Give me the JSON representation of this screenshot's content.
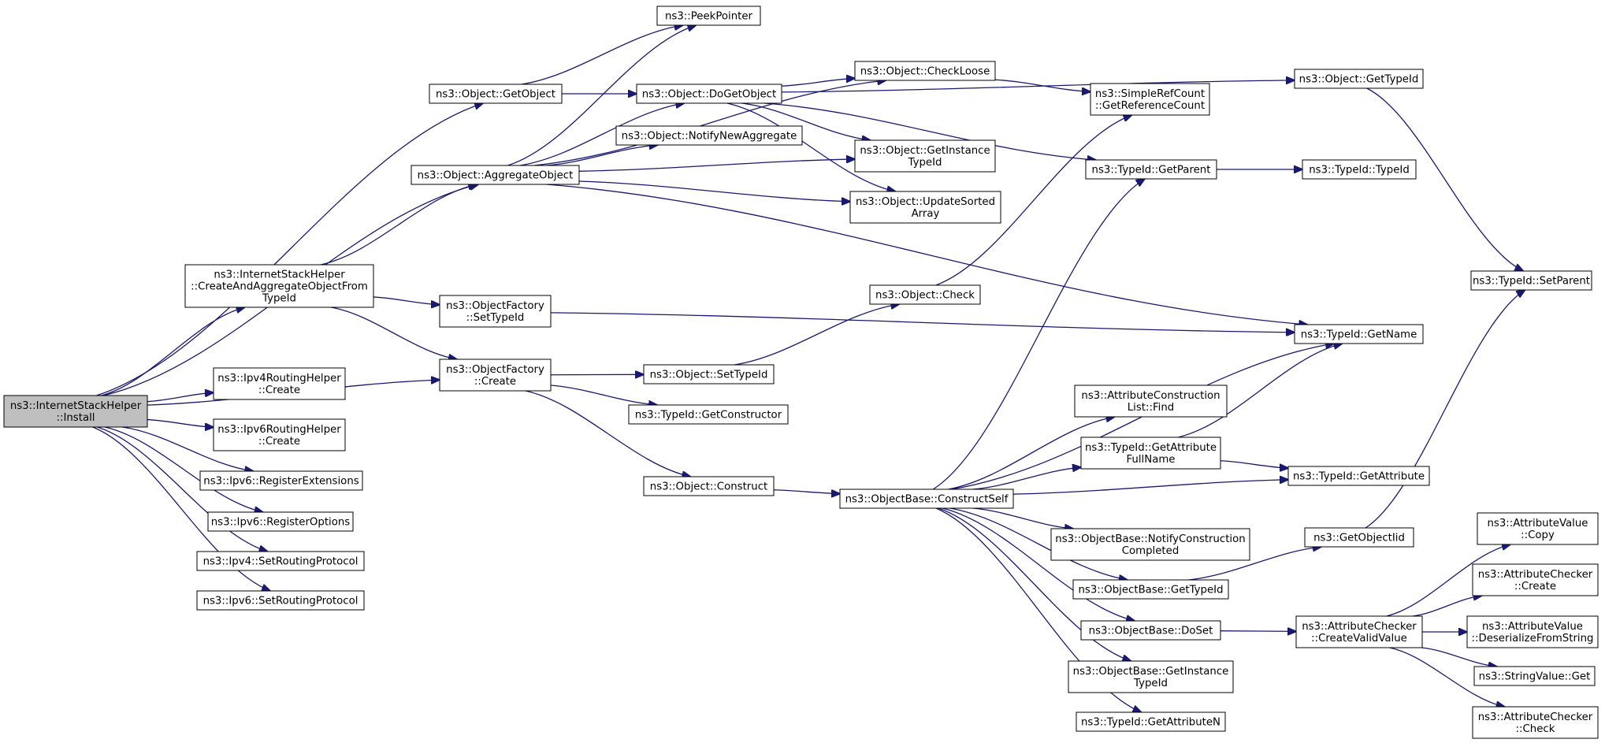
{
  "diagram": {
    "nodes": [
      {
        "id": "install",
        "lines": [
          "ns3::InternetStackHelper",
          "::Install"
        ],
        "root": true
      },
      {
        "id": "getobject",
        "lines": [
          "ns3::Object::GetObject"
        ]
      },
      {
        "id": "aggregateobject",
        "lines": [
          "ns3::Object::AggregateObject"
        ]
      },
      {
        "id": "createaggregate",
        "lines": [
          "ns3::InternetStackHelper",
          "::CreateAndAggregateObjectFrom",
          "TypeId"
        ]
      },
      {
        "id": "ipv4routinghelper",
        "lines": [
          "ns3::Ipv4RoutingHelper",
          "::Create"
        ]
      },
      {
        "id": "ipv6routinghelper",
        "lines": [
          "ns3::Ipv6RoutingHelper",
          "::Create"
        ]
      },
      {
        "id": "ipv6regext",
        "lines": [
          "ns3::Ipv6::RegisterExtensions"
        ]
      },
      {
        "id": "ipv6regopt",
        "lines": [
          "ns3::Ipv6::RegisterOptions"
        ]
      },
      {
        "id": "ipv4setrouting",
        "lines": [
          "ns3::Ipv4::SetRoutingProtocol"
        ]
      },
      {
        "id": "ipv6setrouting",
        "lines": [
          "ns3::Ipv6::SetRoutingProtocol"
        ]
      },
      {
        "id": "peekpointer",
        "lines": [
          "ns3::PeekPointer"
        ]
      },
      {
        "id": "dogetobject",
        "lines": [
          "ns3::Object::DoGetObject"
        ]
      },
      {
        "id": "notifynewaggregate",
        "lines": [
          "ns3::Object::NotifyNewAggregate"
        ]
      },
      {
        "id": "objfactsettypeid",
        "lines": [
          "ns3::ObjectFactory",
          "::SetTypeId"
        ]
      },
      {
        "id": "objfactcreate",
        "lines": [
          "ns3::ObjectFactory",
          "::Create"
        ]
      },
      {
        "id": "objsettypeid",
        "lines": [
          "ns3::Object::SetTypeId"
        ]
      },
      {
        "id": "getconstructor",
        "lines": [
          "ns3::TypeId::GetConstructor"
        ]
      },
      {
        "id": "objconstruct",
        "lines": [
          "ns3::Object::Construct"
        ]
      },
      {
        "id": "checkloose",
        "lines": [
          "ns3::Object::CheckLoose"
        ]
      },
      {
        "id": "getinstancetypeid",
        "lines": [
          "ns3::Object::GetInstance",
          "TypeId"
        ]
      },
      {
        "id": "updatesortedarray",
        "lines": [
          "ns3::Object::UpdateSorted",
          "Array"
        ]
      },
      {
        "id": "objcheck",
        "lines": [
          "ns3::Object::Check"
        ]
      },
      {
        "id": "constructself",
        "lines": [
          "ns3::ObjectBase::ConstructSelf"
        ]
      },
      {
        "id": "refcount",
        "lines": [
          "ns3::SimpleRefCount",
          "::GetReferenceCount"
        ]
      },
      {
        "id": "getparent",
        "lines": [
          "ns3::TypeId::GetParent"
        ]
      },
      {
        "id": "attrconstfind",
        "lines": [
          "ns3::AttributeConstruction",
          "List::Find"
        ]
      },
      {
        "id": "getattrfullname",
        "lines": [
          "ns3::TypeId::GetAttribute",
          "FullName"
        ]
      },
      {
        "id": "notifyconstcompleted",
        "lines": [
          "ns3::ObjectBase::NotifyConstruction",
          "Completed"
        ]
      },
      {
        "id": "objbasegettypeid",
        "lines": [
          "ns3::ObjectBase::GetTypeId"
        ]
      },
      {
        "id": "objbasedoset",
        "lines": [
          "ns3::ObjectBase::DoSet"
        ]
      },
      {
        "id": "objbasegetinstance",
        "lines": [
          "ns3::ObjectBase::GetInstance",
          "TypeId"
        ]
      },
      {
        "id": "getattributen",
        "lines": [
          "ns3::TypeId::GetAttributeN"
        ]
      },
      {
        "id": "objgettypeid",
        "lines": [
          "ns3::Object::GetTypeId"
        ]
      },
      {
        "id": "typeidtypeid",
        "lines": [
          "ns3::TypeId::TypeId"
        ]
      },
      {
        "id": "getname",
        "lines": [
          "ns3::TypeId::GetName"
        ]
      },
      {
        "id": "getattribute",
        "lines": [
          "ns3::TypeId::GetAttribute"
        ]
      },
      {
        "id": "getobjectiid",
        "lines": [
          "ns3::GetObjectIid"
        ]
      },
      {
        "id": "createvalidvalue",
        "lines": [
          "ns3::AttributeChecker",
          "::CreateValidValue"
        ]
      },
      {
        "id": "setparent",
        "lines": [
          "ns3::TypeId::SetParent"
        ]
      },
      {
        "id": "attrvaluecopy",
        "lines": [
          "ns3::AttributeValue",
          "::Copy"
        ]
      },
      {
        "id": "attrcheckercreate",
        "lines": [
          "ns3::AttributeChecker",
          "::Create"
        ]
      },
      {
        "id": "deserialize",
        "lines": [
          "ns3::AttributeValue",
          "::DeserializeFromString"
        ]
      },
      {
        "id": "stringvalueget",
        "lines": [
          "ns3::StringValue::Get"
        ]
      },
      {
        "id": "attrcheckercheck",
        "lines": [
          "ns3::AttributeChecker",
          "::Check"
        ]
      }
    ],
    "edges": [
      [
        "install",
        "getobject"
      ],
      [
        "install",
        "aggregateobject"
      ],
      [
        "install",
        "createaggregate"
      ],
      [
        "install",
        "objfactcreate"
      ],
      [
        "install",
        "ipv4routinghelper"
      ],
      [
        "install",
        "ipv6routinghelper"
      ],
      [
        "install",
        "ipv6regext"
      ],
      [
        "install",
        "ipv6regopt"
      ],
      [
        "install",
        "ipv4setrouting"
      ],
      [
        "install",
        "ipv6setrouting"
      ],
      [
        "getobject",
        "peekpointer"
      ],
      [
        "getobject",
        "dogetobject"
      ],
      [
        "aggregateobject",
        "peekpointer"
      ],
      [
        "aggregateobject",
        "checkloose"
      ],
      [
        "aggregateobject",
        "dogetobject"
      ],
      [
        "aggregateobject",
        "notifynewaggregate"
      ],
      [
        "aggregateobject",
        "getinstancetypeid"
      ],
      [
        "aggregateobject",
        "updatesortedarray"
      ],
      [
        "aggregateobject",
        "getname"
      ],
      [
        "createaggregate",
        "aggregateobject"
      ],
      [
        "createaggregate",
        "objfactsettypeid"
      ],
      [
        "createaggregate",
        "objfactcreate"
      ],
      [
        "dogetobject",
        "checkloose"
      ],
      [
        "dogetobject",
        "getinstancetypeid"
      ],
      [
        "dogetobject",
        "updatesortedarray"
      ],
      [
        "dogetobject",
        "objgettypeid"
      ],
      [
        "dogetobject",
        "getparent"
      ],
      [
        "objfactsettypeid",
        "getname"
      ],
      [
        "objfactcreate",
        "objsettypeid"
      ],
      [
        "objfactcreate",
        "getconstructor"
      ],
      [
        "objfactcreate",
        "objconstruct"
      ],
      [
        "objsettypeid",
        "objcheck"
      ],
      [
        "objconstruct",
        "constructself"
      ],
      [
        "checkloose",
        "refcount"
      ],
      [
        "objcheck",
        "refcount"
      ],
      [
        "constructself",
        "getparent"
      ],
      [
        "constructself",
        "getname"
      ],
      [
        "constructself",
        "attrconstfind"
      ],
      [
        "constructself",
        "getattrfullname"
      ],
      [
        "constructself",
        "getattribute"
      ],
      [
        "constructself",
        "notifyconstcompleted"
      ],
      [
        "constructself",
        "objbasegettypeid"
      ],
      [
        "constructself",
        "objbasedoset"
      ],
      [
        "constructself",
        "objbasegetinstance"
      ],
      [
        "constructself",
        "getattributen"
      ],
      [
        "getparent",
        "typeidtypeid"
      ],
      [
        "objgettypeid",
        "setparent"
      ],
      [
        "getattrfullname",
        "getname"
      ],
      [
        "getattrfullname",
        "getattribute"
      ],
      [
        "objbasegettypeid",
        "getobjectiid"
      ],
      [
        "getobjectiid",
        "setparent"
      ],
      [
        "objbasedoset",
        "createvalidvalue"
      ],
      [
        "createvalidvalue",
        "attrvaluecopy"
      ],
      [
        "createvalidvalue",
        "attrcheckercreate"
      ],
      [
        "createvalidvalue",
        "deserialize"
      ],
      [
        "createvalidvalue",
        "stringvalueget"
      ],
      [
        "createvalidvalue",
        "attrcheckercheck"
      ]
    ]
  }
}
